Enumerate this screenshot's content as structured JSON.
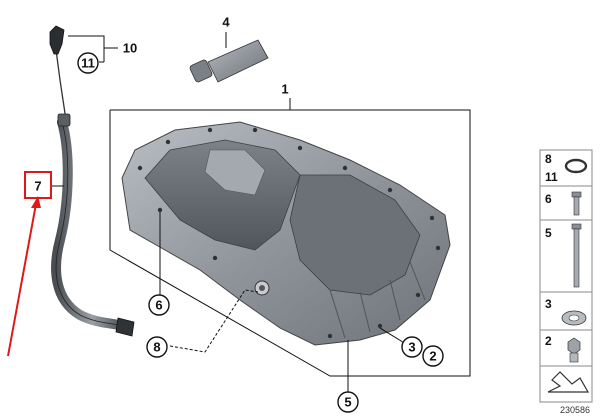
{
  "callouts": {
    "c1": "1",
    "c2": "2",
    "c3": "3",
    "c4": "4",
    "c5": "5",
    "c6": "6",
    "c7": "7",
    "c8": "8",
    "c10": "10",
    "c11": "11"
  },
  "sidebar": {
    "rows": [
      {
        "labels": [
          "8",
          "11"
        ],
        "icon": "o-ring-icon"
      },
      {
        "labels": [
          "6"
        ],
        "icon": "short-bolt-icon"
      },
      {
        "labels": [
          "5"
        ],
        "icon": "long-bolt-icon"
      },
      {
        "labels": [
          "3"
        ],
        "icon": "washer-icon"
      },
      {
        "labels": [
          "2"
        ],
        "icon": "drain-plug-icon"
      },
      {
        "labels": [],
        "icon": "scale-arrow-icon"
      }
    ]
  },
  "catalog_number": "230586",
  "colors": {
    "highlight": "#e01818",
    "line": "#111111",
    "metal": "#9aa0a6"
  }
}
